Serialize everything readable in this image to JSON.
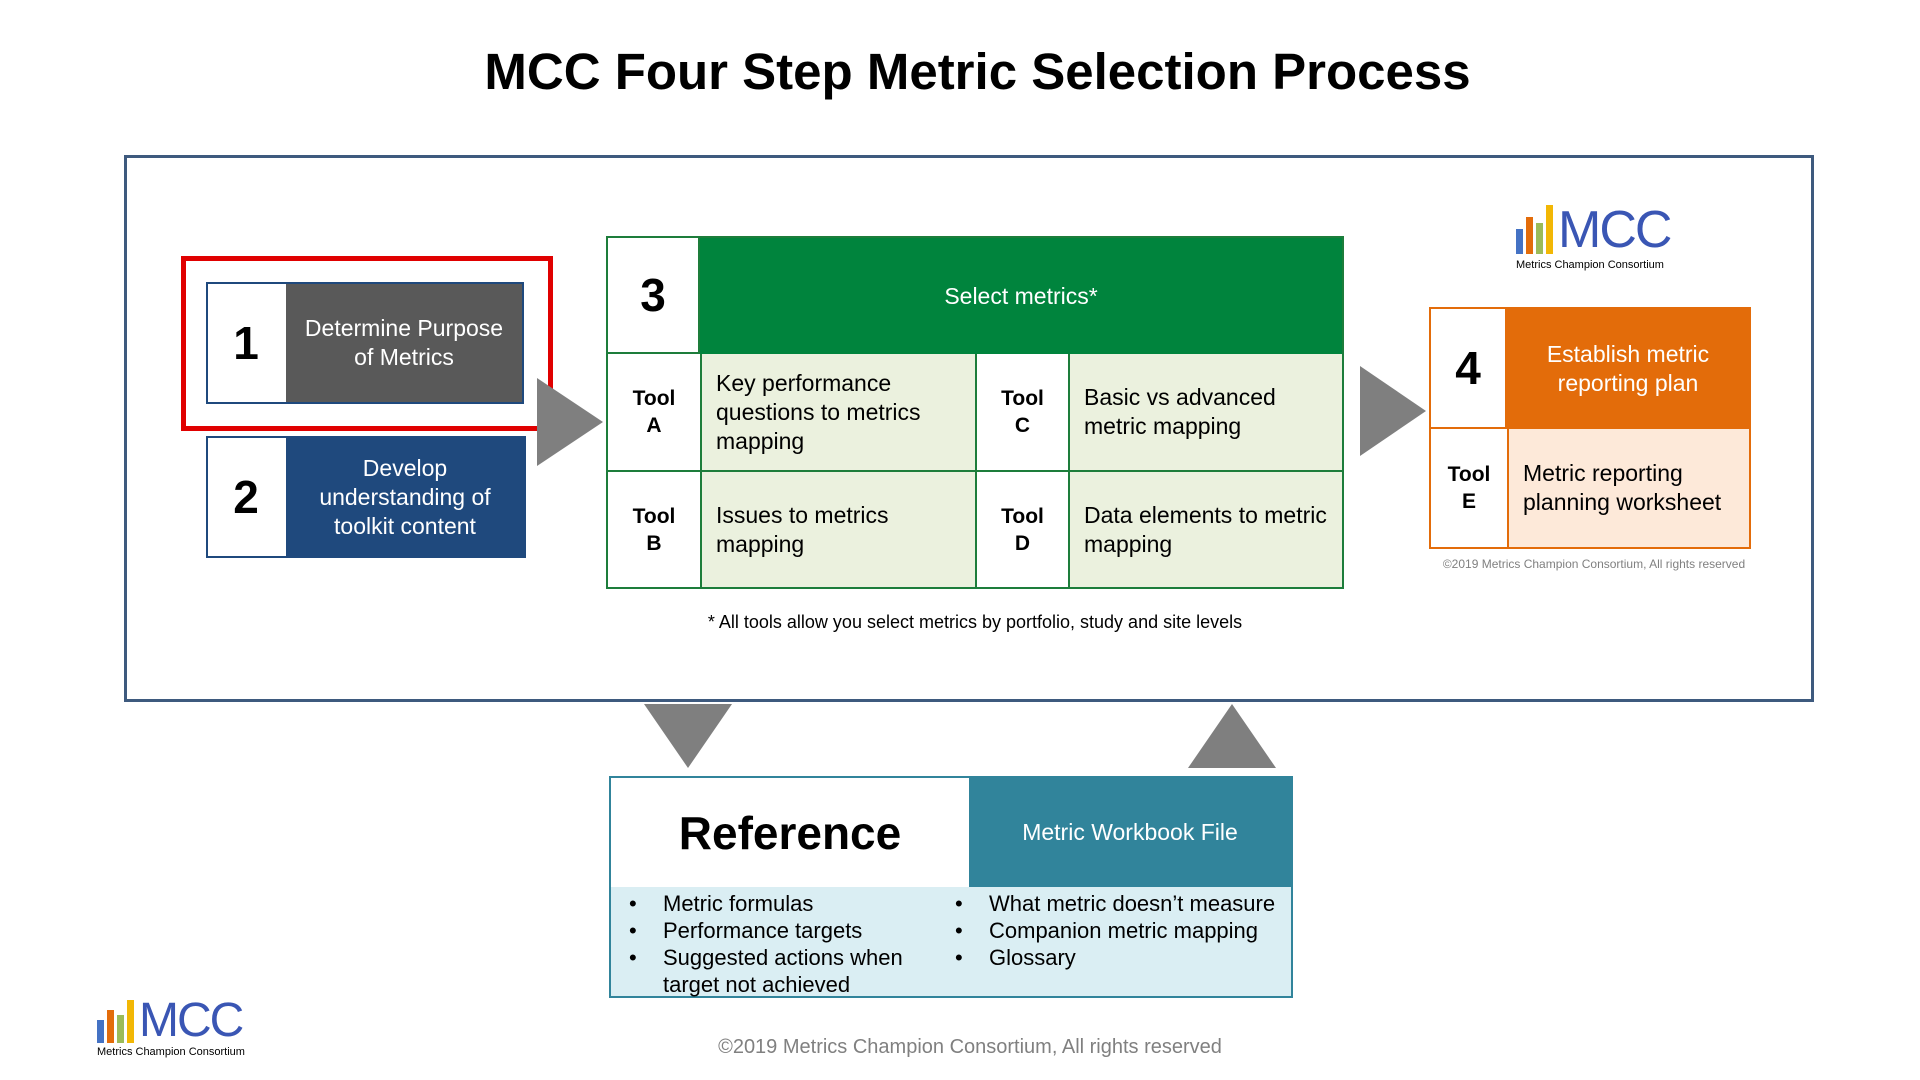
{
  "title": "MCC Four Step Metric Selection Process",
  "step1": {
    "number": "1",
    "label": "Determine Purpose of Metrics"
  },
  "step2": {
    "number": "2",
    "label": "Develop understanding of toolkit content"
  },
  "step3": {
    "number": "3",
    "label": "Select metrics*",
    "tools": [
      {
        "tool": "Tool A",
        "text": "Key performance questions to metrics mapping"
      },
      {
        "tool": "Tool C",
        "text": "Basic vs advanced metric mapping"
      },
      {
        "tool": "Tool B",
        "text": "Issues to metrics mapping"
      },
      {
        "tool": "Tool D",
        "text": "Data elements to metric mapping"
      }
    ],
    "footnote": "* All tools allow you select metrics by portfolio, study and site levels"
  },
  "step4": {
    "number": "4",
    "label": "Establish metric reporting plan",
    "tool": "Tool E",
    "text": "Metric reporting planning worksheet",
    "copyright": "©2019 Metrics Champion Consortium, All rights reserved"
  },
  "logo": {
    "text": "MCC",
    "subtitle": "Metrics Champion Consortium"
  },
  "reference": {
    "heading": "Reference",
    "file": "Metric Workbook File",
    "left_items": [
      "Metric formulas",
      "Performance targets",
      "Suggested actions when target not achieved"
    ],
    "right_items": [
      "What metric doesn’t measure",
      "Companion metric mapping",
      "Glossary"
    ]
  },
  "footer": "©2019 Metrics Champion Consortium, All rights reserved",
  "colors": {
    "step1": "#595959",
    "step2": "#1f497d",
    "green": "#00843d",
    "green_light": "#ebf1de",
    "orange": "#e36c0a",
    "orange_light": "#fde9d9",
    "teal": "#31849b",
    "teal_light": "#daeef3",
    "highlight": "#e00000",
    "arrow": "#7f7f7f",
    "frame": "#3e5a7e"
  },
  "icons": [
    "right-arrow-icon",
    "down-arrow-icon",
    "up-arrow-icon",
    "logo-bars-icon"
  ]
}
